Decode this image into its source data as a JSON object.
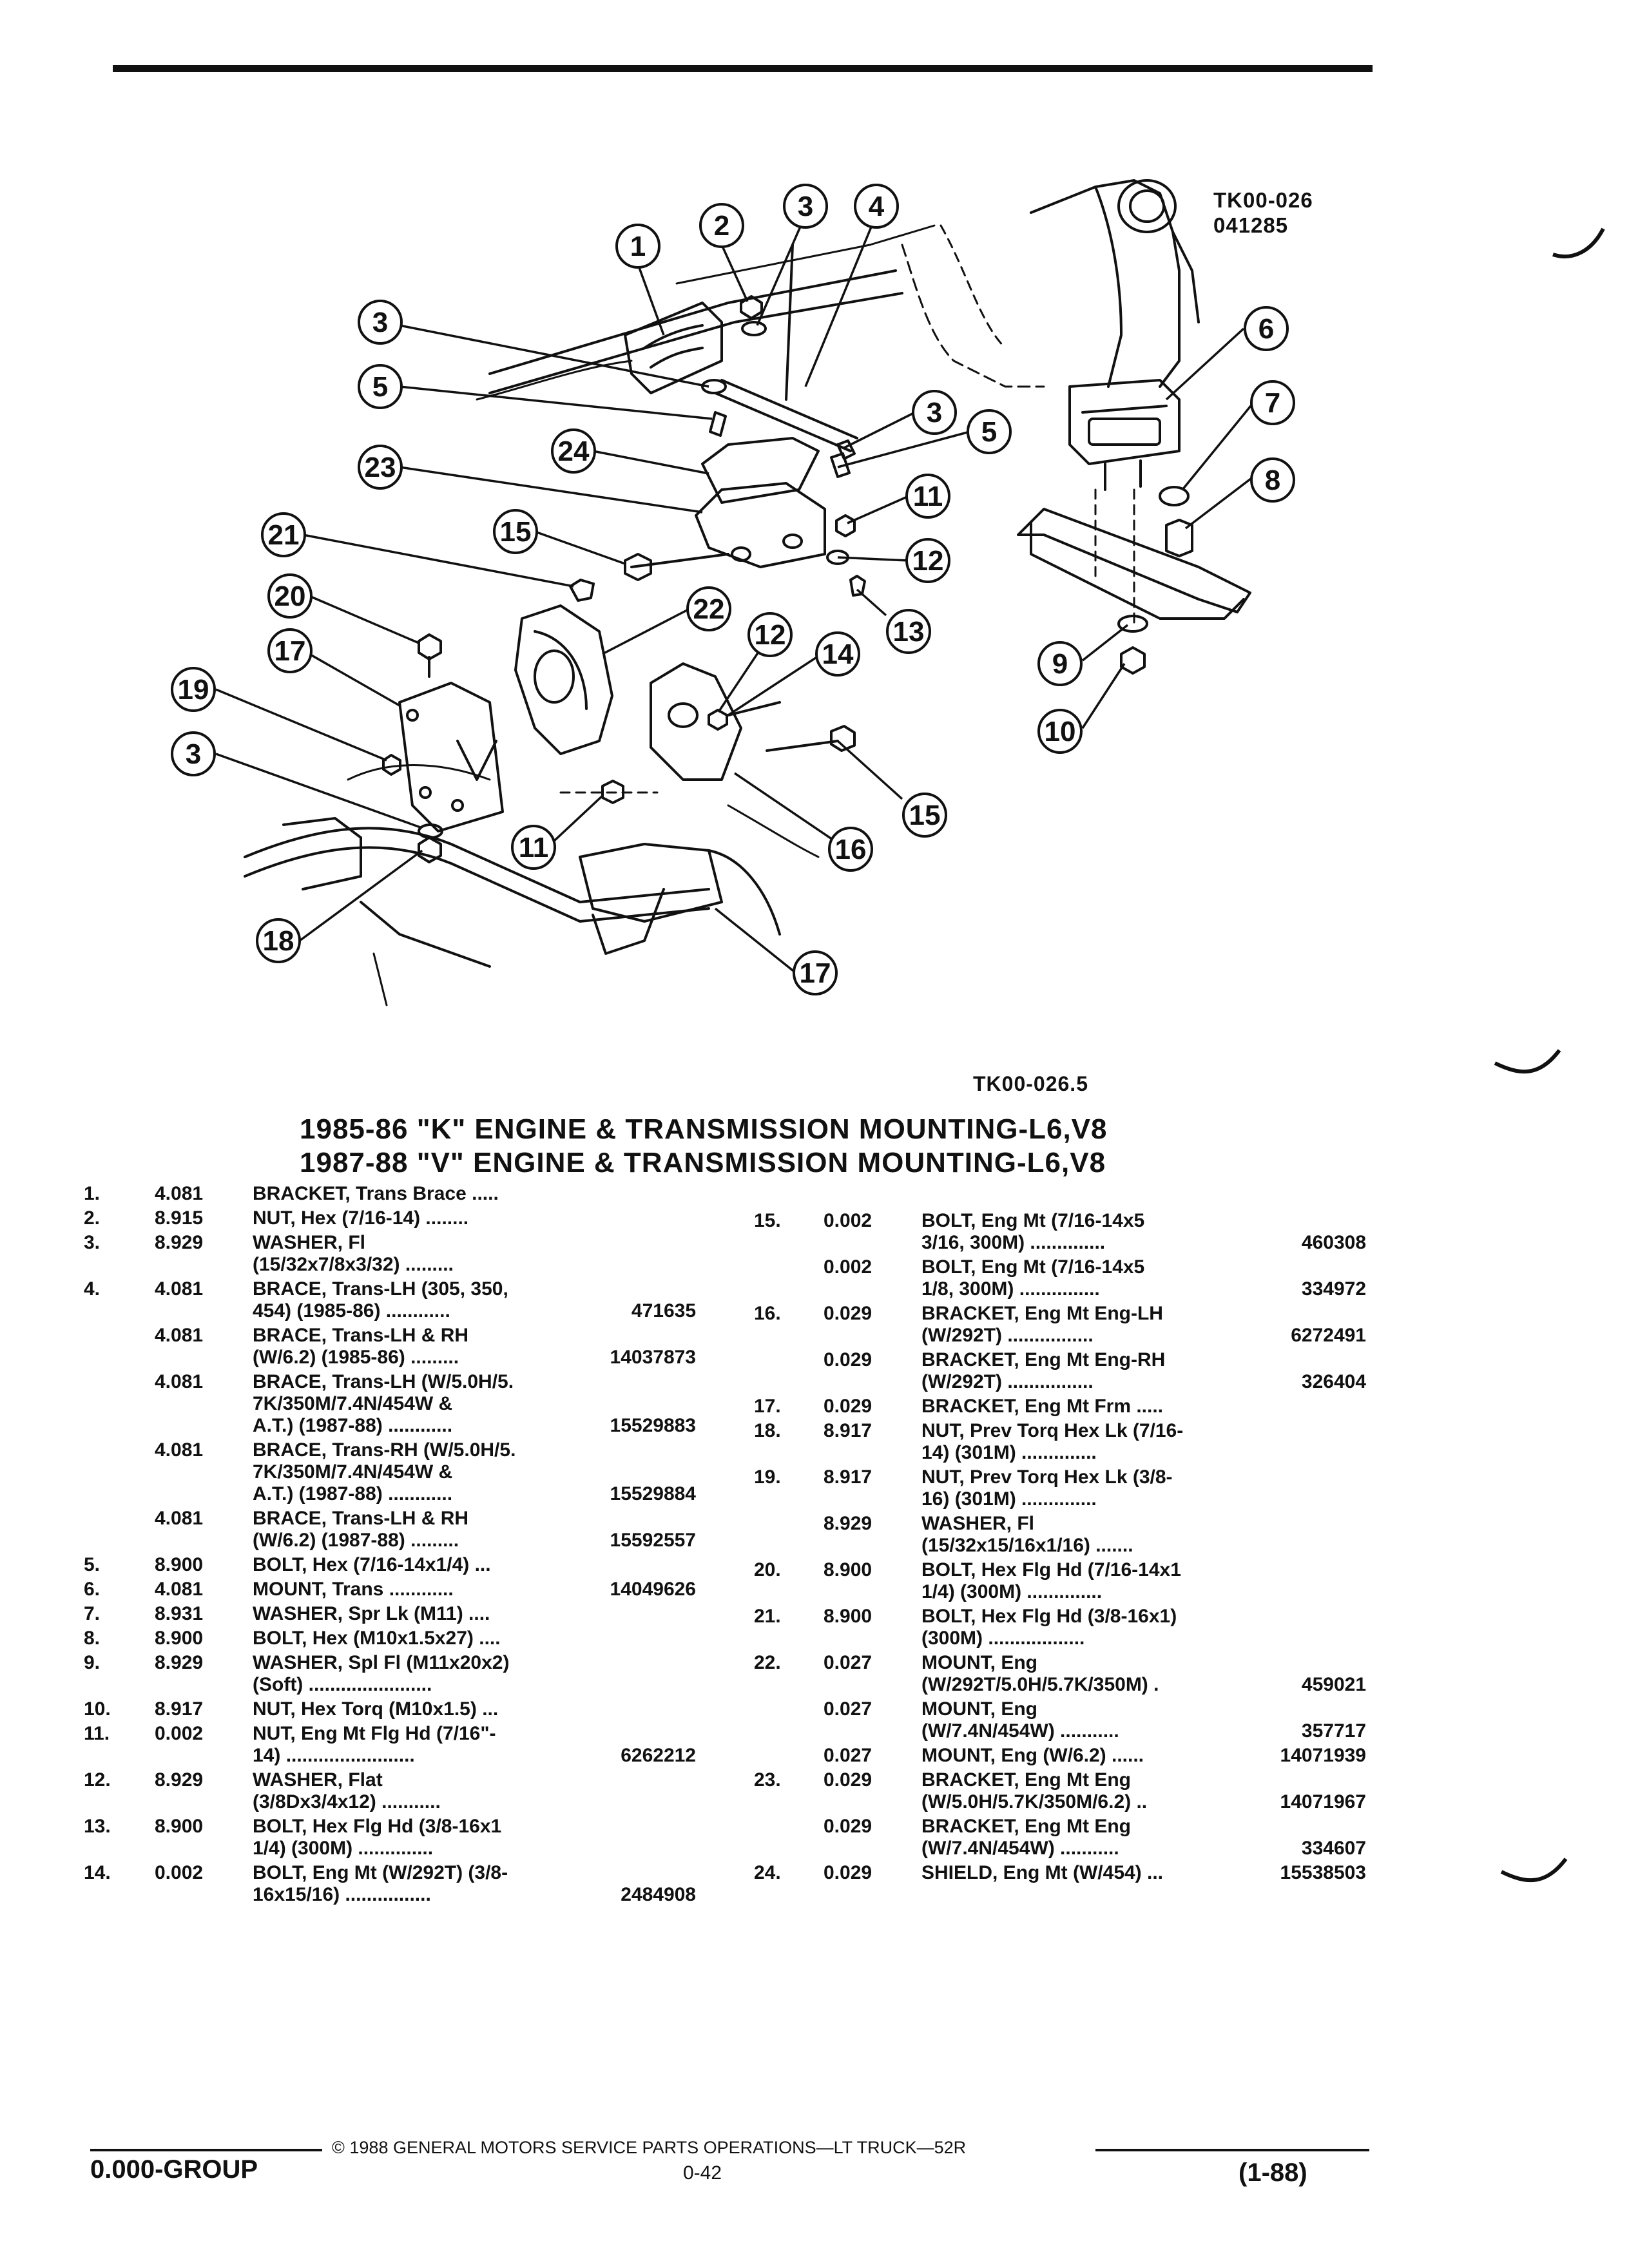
{
  "figure": {
    "code_top": "TK00-026",
    "code_sub": "041285",
    "code_bottom": "TK00-026.5",
    "callouts": [
      "1",
      "2",
      "3",
      "4",
      "3",
      "5",
      "23",
      "24",
      "3",
      "5",
      "11",
      "21",
      "15",
      "12",
      "20",
      "22",
      "13",
      "17",
      "12",
      "14",
      "6",
      "7",
      "8",
      "9",
      "10",
      "19",
      "3",
      "11",
      "16",
      "15",
      "18",
      "17"
    ]
  },
  "titles": {
    "line1": "1985-86 \"K\" ENGINE & TRANSMISSION MOUNTING-L6,V8",
    "line2": "1987-88 \"V\" ENGINE & TRANSMISSION MOUNTING-L6,V8"
  },
  "left_entries": [
    {
      "num": "1.",
      "grp": "4.081",
      "desc": "BRACKET, Trans Brace .....",
      "part": ""
    },
    {
      "num": "2.",
      "grp": "8.915",
      "desc": "NUT, Hex (7/16-14) ........",
      "part": ""
    },
    {
      "num": "3.",
      "grp": "8.929",
      "desc": "WASHER, Fl\n(15/32x7/8x3/32) .........",
      "part": ""
    },
    {
      "num": "4.",
      "grp": "4.081",
      "desc": "BRACE, Trans-LH (305, 350,\n454) (1985-86) ............",
      "part": "471635"
    },
    {
      "num": "",
      "grp": "4.081",
      "desc": "BRACE, Trans-LH & RH\n(W/6.2) (1985-86) .........",
      "part": "14037873"
    },
    {
      "num": "",
      "grp": "4.081",
      "desc": "BRACE, Trans-LH (W/5.0H/5.\n7K/350M/7.4N/454W &\nA.T.) (1987-88) ............",
      "part": "15529883"
    },
    {
      "num": "",
      "grp": "4.081",
      "desc": "BRACE, Trans-RH (W/5.0H/5.\n7K/350M/7.4N/454W &\nA.T.) (1987-88) ............",
      "part": "15529884"
    },
    {
      "num": "",
      "grp": "4.081",
      "desc": "BRACE, Trans-LH & RH\n(W/6.2) (1987-88) .........",
      "part": "15592557"
    },
    {
      "num": "5.",
      "grp": "8.900",
      "desc": "BOLT, Hex (7/16-14x1/4) ...",
      "part": ""
    },
    {
      "num": "6.",
      "grp": "4.081",
      "desc": "MOUNT, Trans ............",
      "part": "14049626"
    },
    {
      "num": "7.",
      "grp": "8.931",
      "desc": "WASHER, Spr Lk (M11) ....",
      "part": ""
    },
    {
      "num": "8.",
      "grp": "8.900",
      "desc": "BOLT, Hex (M10x1.5x27) ....",
      "part": ""
    },
    {
      "num": "9.",
      "grp": "8.929",
      "desc": "WASHER, Spl Fl (M11x20x2)\n(Soft) .......................",
      "part": ""
    },
    {
      "num": "10.",
      "grp": "8.917",
      "desc": "NUT, Hex Torq (M10x1.5) ...",
      "part": ""
    },
    {
      "num": "11.",
      "grp": "0.002",
      "desc": "NUT, Eng Mt Flg Hd (7/16\"-\n14) ........................",
      "part": "6262212"
    },
    {
      "num": "12.",
      "grp": "8.929",
      "desc": "WASHER, Flat\n(3/8Dx3/4x12) ...........",
      "part": ""
    },
    {
      "num": "13.",
      "grp": "8.900",
      "desc": "BOLT, Hex Flg Hd (3/8-16x1\n1/4) (300M) ..............",
      "part": ""
    },
    {
      "num": "14.",
      "grp": "0.002",
      "desc": "BOLT, Eng Mt (W/292T) (3/8-\n16x15/16) ................",
      "part": "2484908"
    }
  ],
  "right_entries": [
    {
      "num": "15.",
      "grp": "0.002",
      "desc": "BOLT, Eng Mt (7/16-14x5\n3/16, 300M) ..............",
      "part": "460308"
    },
    {
      "num": "",
      "grp": "0.002",
      "desc": "BOLT, Eng Mt (7/16-14x5\n1/8, 300M) ...............",
      "part": "334972"
    },
    {
      "num": "16.",
      "grp": "0.029",
      "desc": "BRACKET, Eng Mt Eng-LH\n(W/292T) ................",
      "part": "6272491"
    },
    {
      "num": "",
      "grp": "0.029",
      "desc": "BRACKET, Eng Mt Eng-RH\n(W/292T) ................",
      "part": "326404"
    },
    {
      "num": "17.",
      "grp": "0.029",
      "desc": "BRACKET, Eng Mt Frm .....",
      "part": ""
    },
    {
      "num": "18.",
      "grp": "8.917",
      "desc": "NUT, Prev Torq Hex Lk (7/16-\n14) (301M) ..............",
      "part": ""
    },
    {
      "num": "19.",
      "grp": "8.917",
      "desc": "NUT, Prev Torq Hex Lk (3/8-\n16) (301M) ..............",
      "part": ""
    },
    {
      "num": "",
      "grp": "8.929",
      "desc": "WASHER, Fl\n(15/32x15/16x1/16) .......",
      "part": ""
    },
    {
      "num": "20.",
      "grp": "8.900",
      "desc": "BOLT, Hex Flg Hd (7/16-14x1\n1/4) (300M) ..............",
      "part": ""
    },
    {
      "num": "21.",
      "grp": "8.900",
      "desc": "BOLT, Hex Flg Hd (3/8-16x1)\n(300M) ..................",
      "part": ""
    },
    {
      "num": "22.",
      "grp": "0.027",
      "desc": "MOUNT, Eng\n(W/292T/5.0H/5.7K/350M) .",
      "part": "459021"
    },
    {
      "num": "",
      "grp": "0.027",
      "desc": "MOUNT, Eng\n(W/7.4N/454W) ...........",
      "part": "357717"
    },
    {
      "num": "",
      "grp": "0.027",
      "desc": "MOUNT, Eng (W/6.2) ......",
      "part": "14071939"
    },
    {
      "num": "23.",
      "grp": "0.029",
      "desc": "BRACKET, Eng Mt Eng\n(W/5.0H/5.7K/350M/6.2) ..",
      "part": "14071967"
    },
    {
      "num": "",
      "grp": "0.029",
      "desc": "BRACKET, Eng Mt Eng\n(W/7.4N/454W) ...........",
      "part": "334607"
    },
    {
      "num": "24.",
      "grp": "0.029",
      "desc": "SHIELD, Eng Mt (W/454) ...",
      "part": "15538503"
    }
  ],
  "footer": {
    "copyright": "© 1988 GENERAL MOTORS SERVICE PARTS OPERATIONS—LT TRUCK—52R",
    "group": "0.000-GROUP",
    "page": "0-42",
    "date": "(1-88)"
  }
}
